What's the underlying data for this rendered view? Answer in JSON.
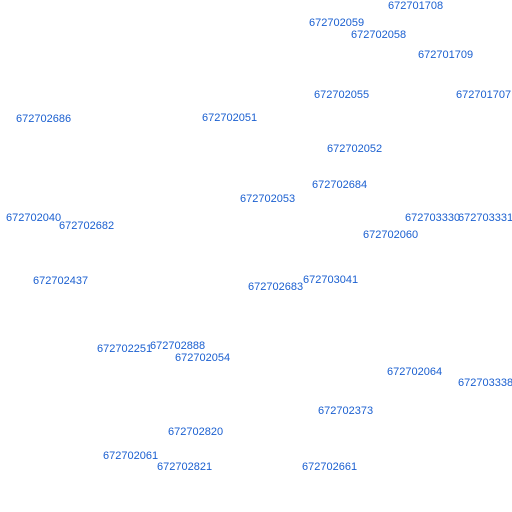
{
  "map": {
    "label_color": "#1a5fd0",
    "labels": [
      "672701708",
      "672702059",
      "672702058",
      "672701709",
      "672702055",
      "672701707",
      "672702686",
      "672702051",
      "672702052",
      "672702684",
      "672702053",
      "672702040",
      "672702682",
      "672703330",
      "672703331",
      "672702060",
      "672702437",
      "672703041",
      "672702683",
      "672702251",
      "672702888",
      "672702054",
      "672702064",
      "672703338",
      "672702373",
      "672702820",
      "672702061",
      "672702821",
      "672702661"
    ]
  }
}
